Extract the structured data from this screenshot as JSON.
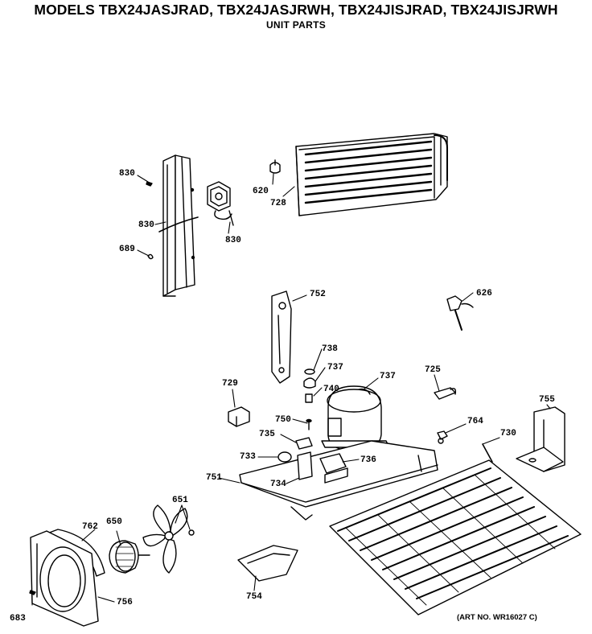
{
  "header": {
    "title": "MODELS TBX24JASJRAD, TBX24JASJRWH, TBX24JISJRAD, TBX24JISJRWH",
    "subtitle": "UNIT PARTS"
  },
  "callouts": [
    {
      "id": "830a",
      "text": "830"
    },
    {
      "id": "830b",
      "text": "830"
    },
    {
      "id": "830c",
      "text": "830"
    },
    {
      "id": "689",
      "text": "689"
    },
    {
      "id": "620",
      "text": "620"
    },
    {
      "id": "728",
      "text": "728"
    },
    {
      "id": "752",
      "text": "752"
    },
    {
      "id": "626",
      "text": "626"
    },
    {
      "id": "738",
      "text": "738"
    },
    {
      "id": "737a",
      "text": "737"
    },
    {
      "id": "737b",
      "text": "737"
    },
    {
      "id": "725",
      "text": "725"
    },
    {
      "id": "740",
      "text": "740"
    },
    {
      "id": "729",
      "text": "729"
    },
    {
      "id": "750",
      "text": "750"
    },
    {
      "id": "735",
      "text": "735"
    },
    {
      "id": "764",
      "text": "764"
    },
    {
      "id": "755",
      "text": "755"
    },
    {
      "id": "730",
      "text": "730"
    },
    {
      "id": "733",
      "text": "733"
    },
    {
      "id": "736",
      "text": "736"
    },
    {
      "id": "751",
      "text": "751"
    },
    {
      "id": "734",
      "text": "734"
    },
    {
      "id": "651",
      "text": "651"
    },
    {
      "id": "762",
      "text": "762"
    },
    {
      "id": "650",
      "text": "650"
    },
    {
      "id": "754",
      "text": "754"
    },
    {
      "id": "756",
      "text": "756"
    },
    {
      "id": "683",
      "text": "683"
    }
  ],
  "footer": {
    "art_number": "(ART NO. WR16027 C)"
  }
}
